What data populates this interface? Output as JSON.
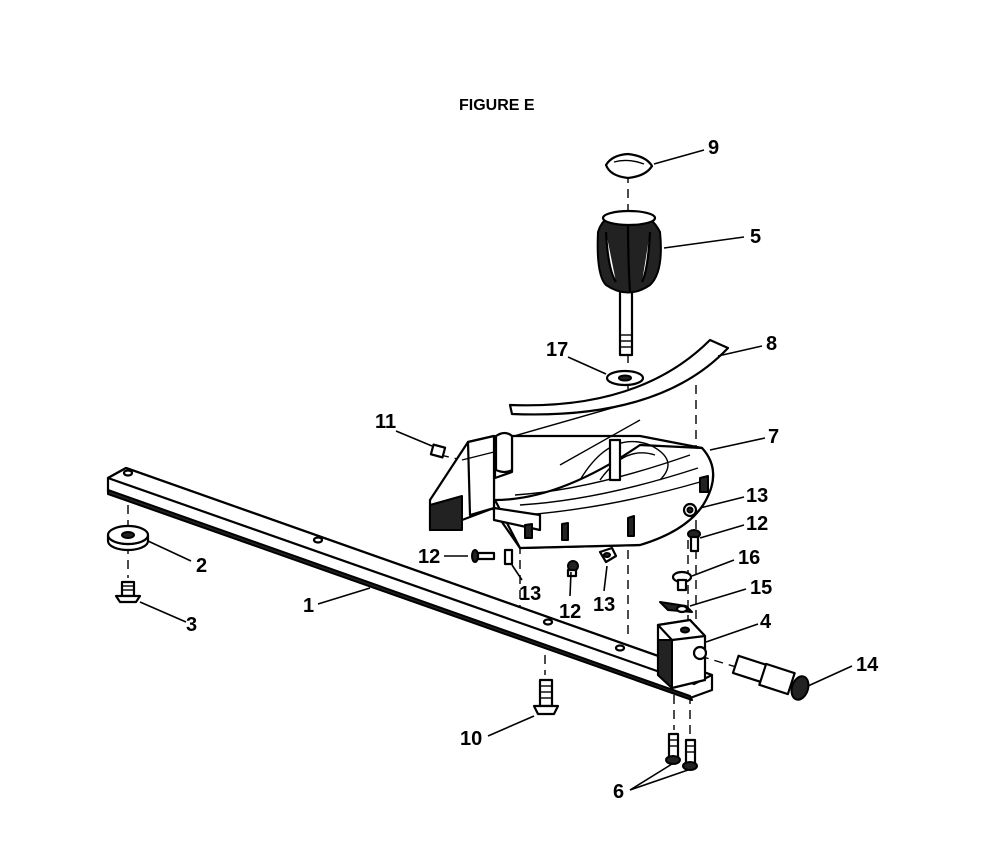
{
  "figure_title": "FIGURE E",
  "callouts": [
    "1",
    "2",
    "3",
    "4",
    "5",
    "6",
    "7",
    "8",
    "9",
    "10",
    "11",
    "12",
    "12",
    "12",
    "13",
    "13",
    "13",
    "14",
    "15",
    "16",
    "17"
  ]
}
